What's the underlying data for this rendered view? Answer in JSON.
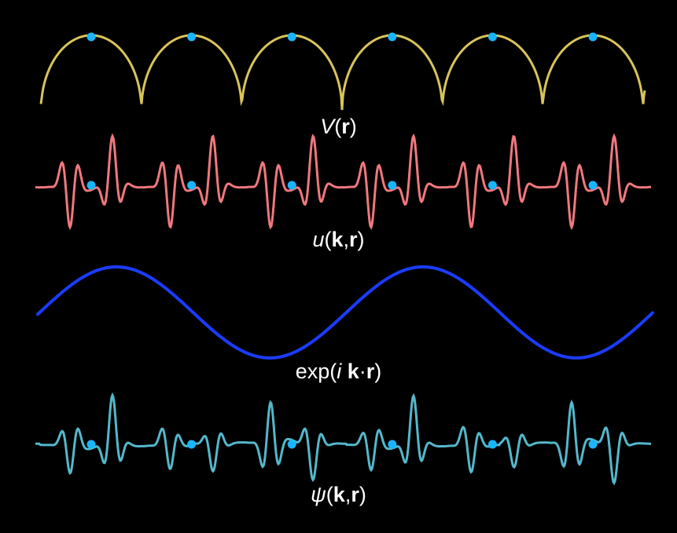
{
  "colors": {
    "background": "#000000",
    "potential": "#d9c45a",
    "periodic_function": "#f0787e",
    "plane_wave": "#1a3cff",
    "bloch_wave": "#54b8cc",
    "atom": "#19b6ff",
    "caption": "#ffffff"
  },
  "atoms": {
    "count": 6
  },
  "captions": {
    "potential": {
      "func": "V",
      "open": "(",
      "vec": "r",
      "close": ")"
    },
    "periodic": {
      "func": "u",
      "open": "(",
      "vec1": "k",
      "comma": ",",
      "vec2": "r",
      "close": ")"
    },
    "plane_wave": {
      "func": "exp(",
      "imag": "i",
      "vec1": "k",
      "dot": "·",
      "vec2": "r",
      "close": ")"
    },
    "bloch": {
      "func": "ψ",
      "open": "(",
      "vec1": "k",
      "comma": ",",
      "vec2": "r",
      "close": ")"
    }
  }
}
